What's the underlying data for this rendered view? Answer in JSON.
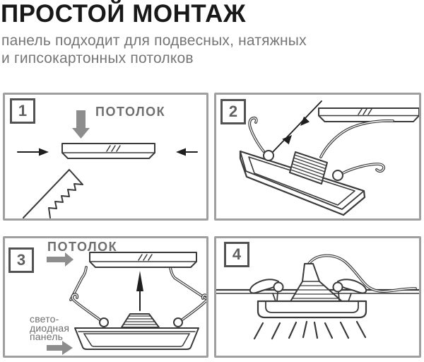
{
  "header": {
    "title": "ПРОСТОЙ МОНТАЖ",
    "subtitle_line1": "панель подходит для подвесных, натяжных",
    "subtitle_line2": "и гипсокартонных потолков"
  },
  "steps": [
    {
      "number": "1",
      "ceiling_label": "ПОТОЛОК"
    },
    {
      "number": "2"
    },
    {
      "number": "3",
      "ceiling_label": "ПОТОЛОК",
      "panel_label": [
        "свето-",
        "диодная",
        "панель"
      ]
    },
    {
      "number": "4"
    }
  ],
  "colors": {
    "title_text": "#181818",
    "subtitle_gray": "#767676",
    "label_gray": "#6f6f6f",
    "line_art": "#3a3a3a",
    "panel_border": "#9f9f9f",
    "step_box_border": "#525252",
    "step_number": "#5f5f5f",
    "arrow_gray": "#8d8d8d",
    "arrow_black": "#1f1f1f"
  }
}
